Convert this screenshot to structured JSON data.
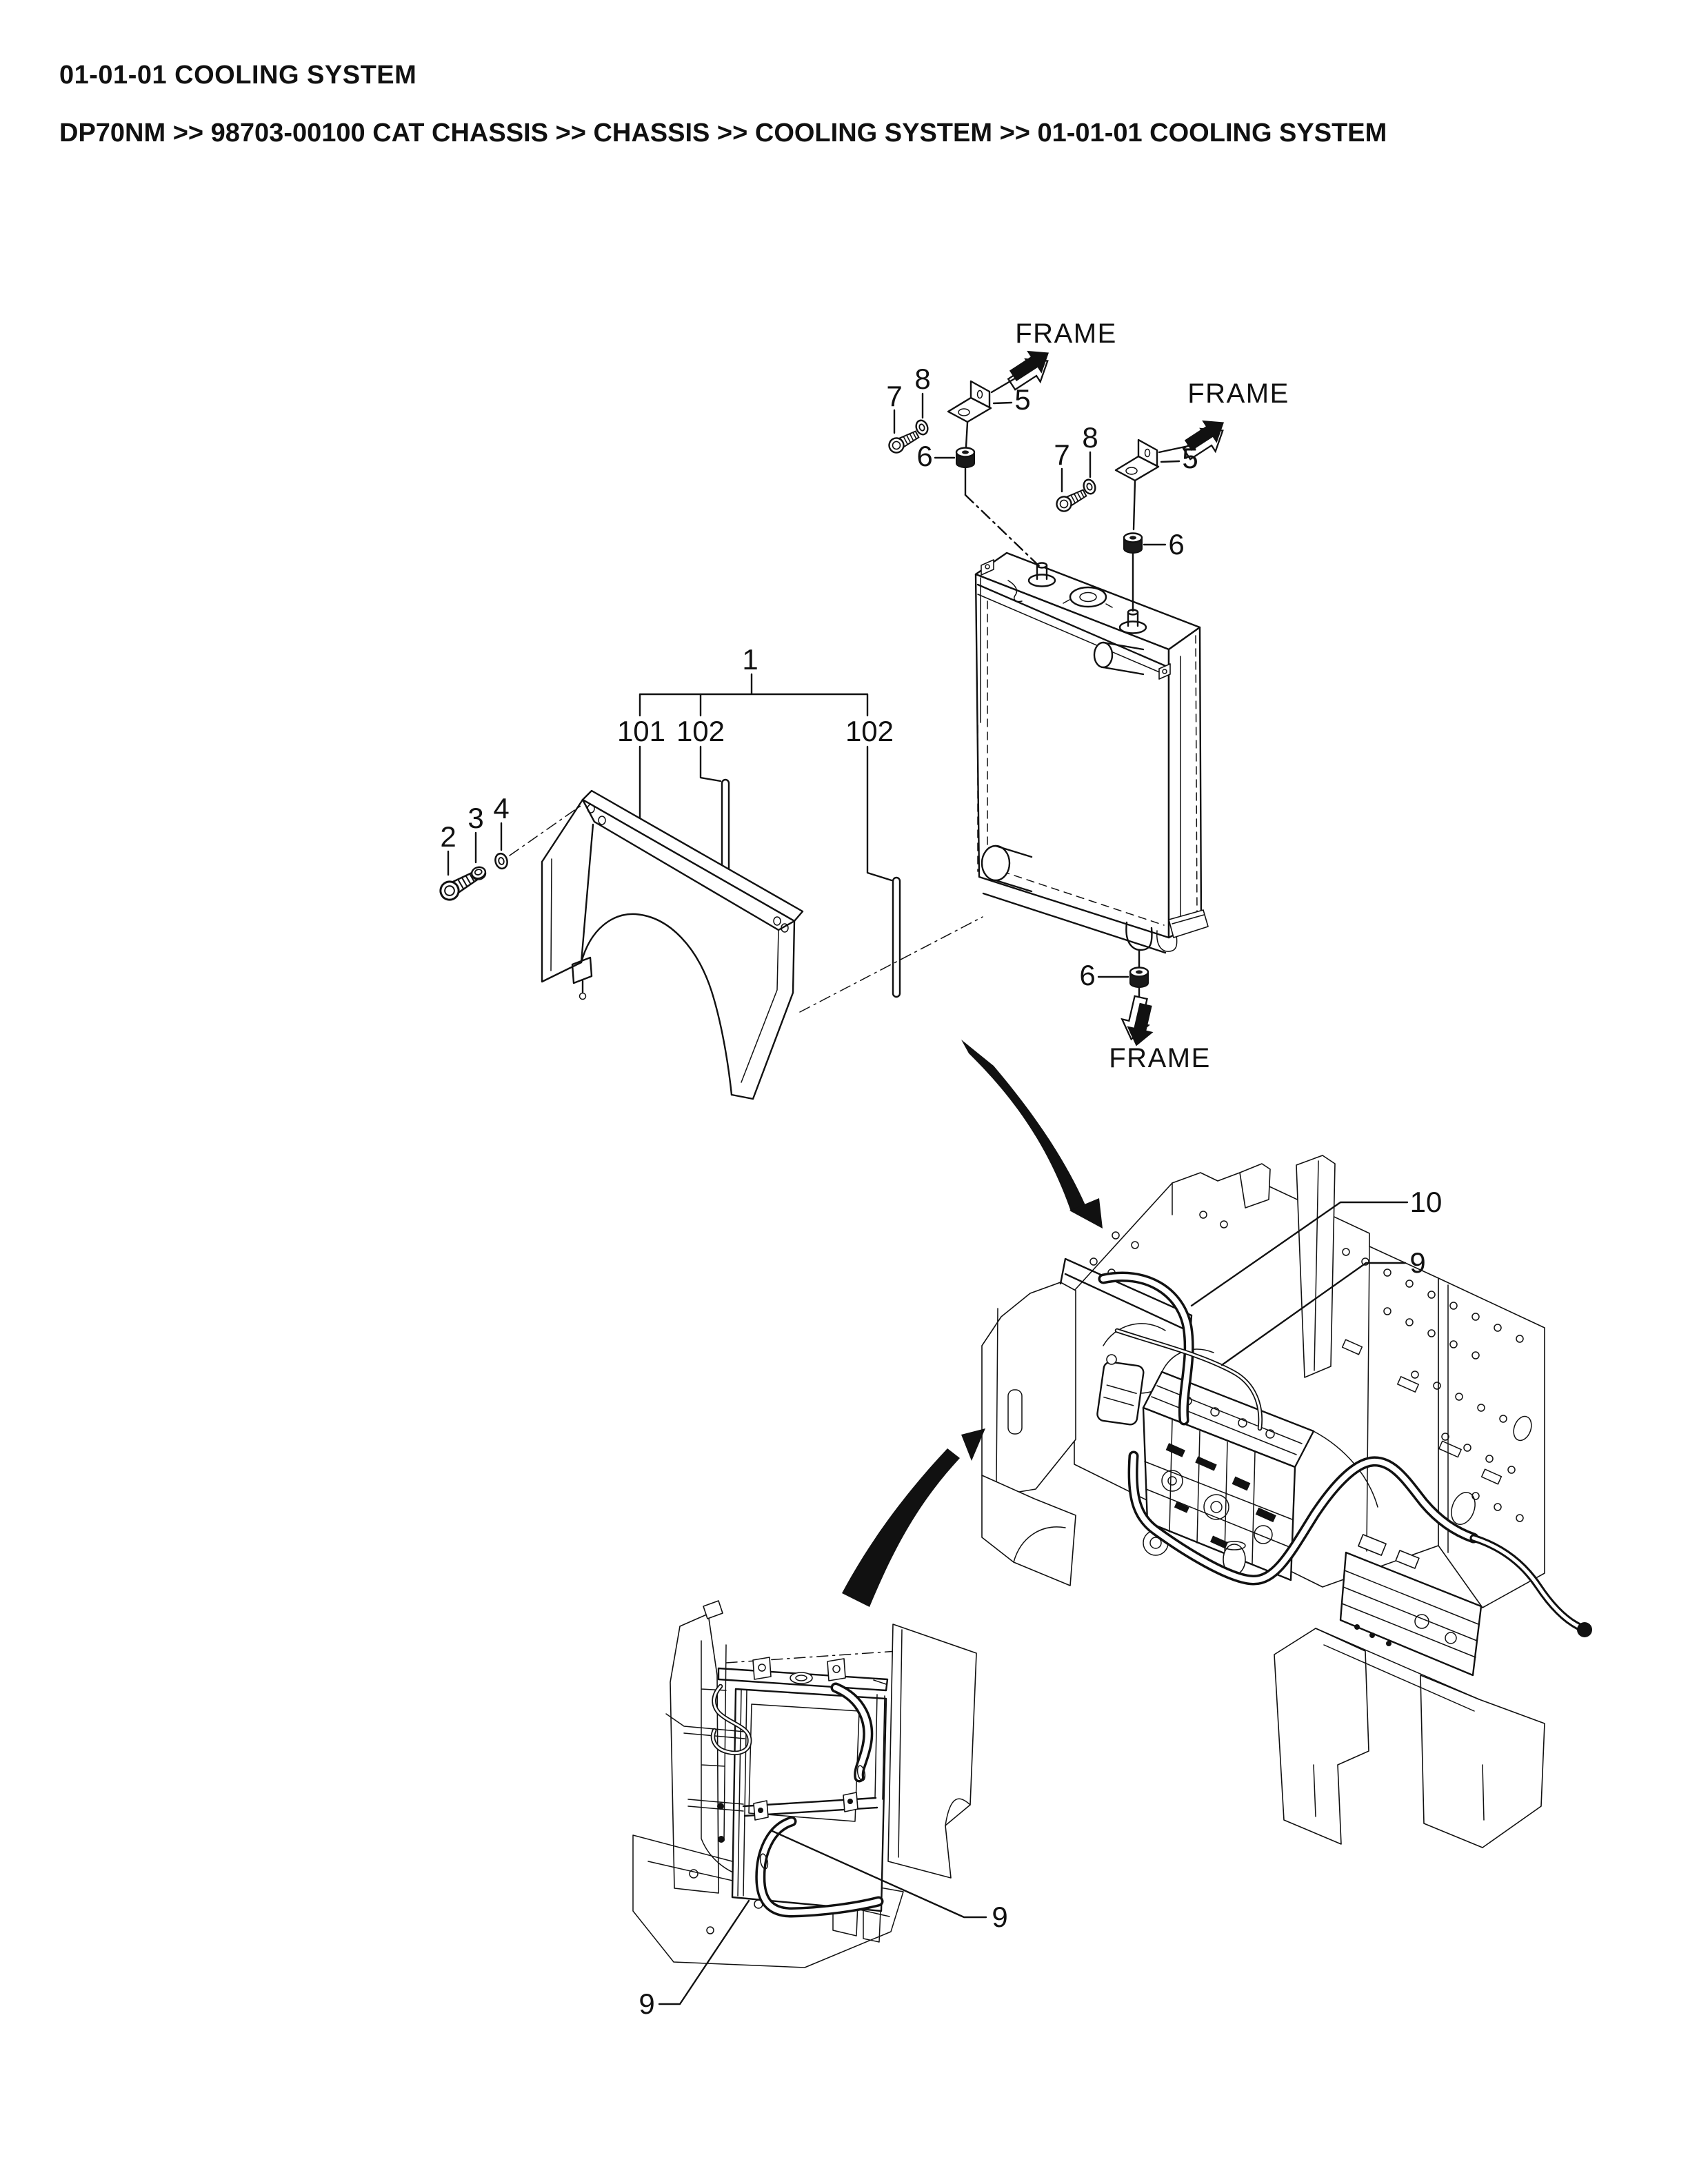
{
  "header": {
    "title": "01-01-01 COOLING SYSTEM",
    "breadcrumb": "DP70NM >> 98703-00100 CAT CHASSIS >> CHASSIS >> COOLING SYSTEM >> 01-01-01 COOLING SYSTEM"
  },
  "labels": {
    "frame": "FRAME"
  },
  "parts": {
    "assembly": "1",
    "shroud": "101",
    "seal": "102",
    "bolt_shroud": "2",
    "nut_shroud": "3",
    "washer_shroud": "4",
    "bracket": "5",
    "mount_rubber": "6",
    "bolt_bracket": "7",
    "washer_bracket": "8",
    "hose_lower": "9",
    "hose_upper": "10"
  }
}
